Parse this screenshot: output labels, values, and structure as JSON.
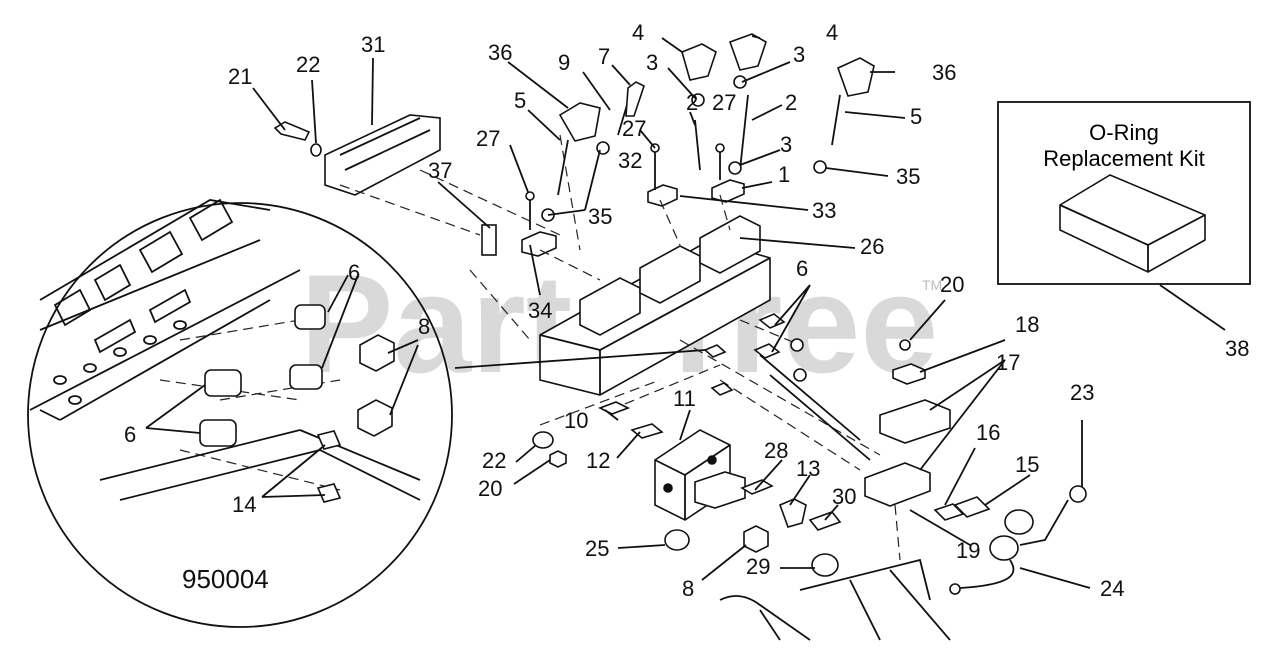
{
  "watermark": {
    "text": "PartsTree",
    "trademark": "TM"
  },
  "kit": {
    "line1": "O-Ring",
    "line2": "Replacement Kit",
    "number": "38"
  },
  "detail_code": "950004",
  "callouts": {
    "c1": "1",
    "c2a": "2",
    "c2b": "2",
    "c3a": "3",
    "c3b": "3",
    "c3c": "3",
    "c4a": "4",
    "c4b": "4",
    "c5a": "5",
    "c5b": "5",
    "c6a": "6",
    "c6b": "6",
    "c6c": "6",
    "c7": "7",
    "c8a": "8",
    "c8b": "8",
    "c9": "9",
    "c10": "10",
    "c11": "11",
    "c12": "12",
    "c13": "13",
    "c14": "14",
    "c15": "15",
    "c16": "16",
    "c17": "17",
    "c18": "18",
    "c19": "19",
    "c20a": "20",
    "c20b": "20",
    "c21": "21",
    "c22a": "22",
    "c22b": "22",
    "c23": "23",
    "c24": "24",
    "c25": "25",
    "c26": "26",
    "c27a": "27",
    "c27b": "27",
    "c27c": "27",
    "c28": "28",
    "c29": "29",
    "c30": "30",
    "c31": "31",
    "c32": "32",
    "c33": "33",
    "c34": "34",
    "c35a": "35",
    "c35b": "35",
    "c36a": "36",
    "c36b": "36",
    "c37": "37"
  }
}
